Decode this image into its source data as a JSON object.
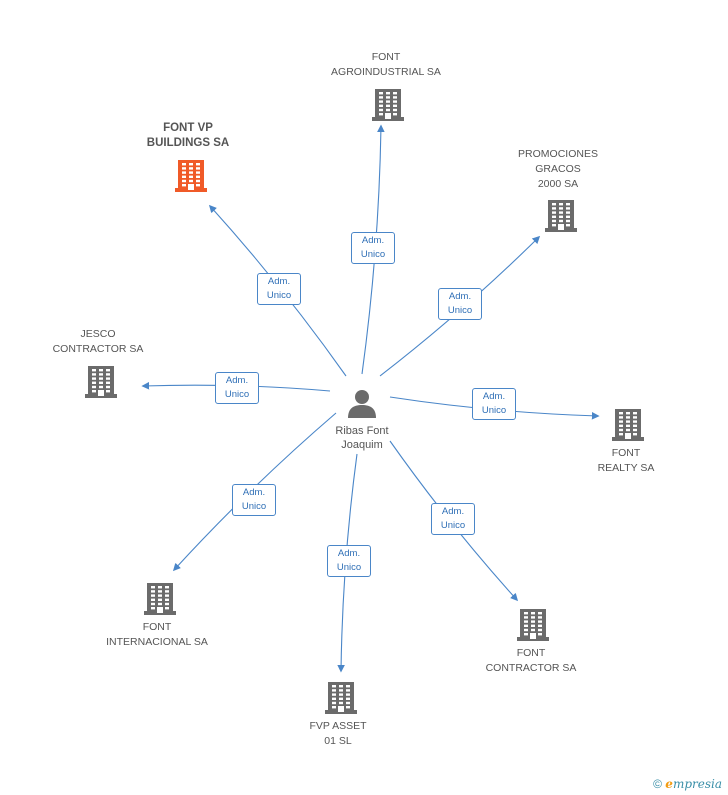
{
  "center": {
    "name": "Ribas Font\nJoaquim"
  },
  "relation_top": "Adm.",
  "relation_bottom": "Unico",
  "companies": [
    {
      "name": "FONT\nAGROINDUSTRIAL SA",
      "highlight": false
    },
    {
      "name": "FONT VP\nBUILDINGS SA",
      "highlight": true
    },
    {
      "name": "PROMOCIONES\nGRACOS\n2000 SA",
      "highlight": false
    },
    {
      "name": "JESCO\nCONTRACTOR SA",
      "highlight": false
    },
    {
      "name": "FONT\nREALTY SA",
      "highlight": false
    },
    {
      "name": "FONT\nINTERNACIONAL SA",
      "highlight": false
    },
    {
      "name": "FONT\nCONTRACTOR SA",
      "highlight": false
    },
    {
      "name": "FVP ASSET\n01 SL",
      "highlight": false
    }
  ],
  "colors": {
    "edge": "#4a86c8",
    "building": "#6b6b6b",
    "highlight": "#f05a28",
    "badge_text": "#2f6fb6"
  },
  "footer": {
    "copyright": "©",
    "brand_initial": "e",
    "brand_rest": "mpresia"
  }
}
